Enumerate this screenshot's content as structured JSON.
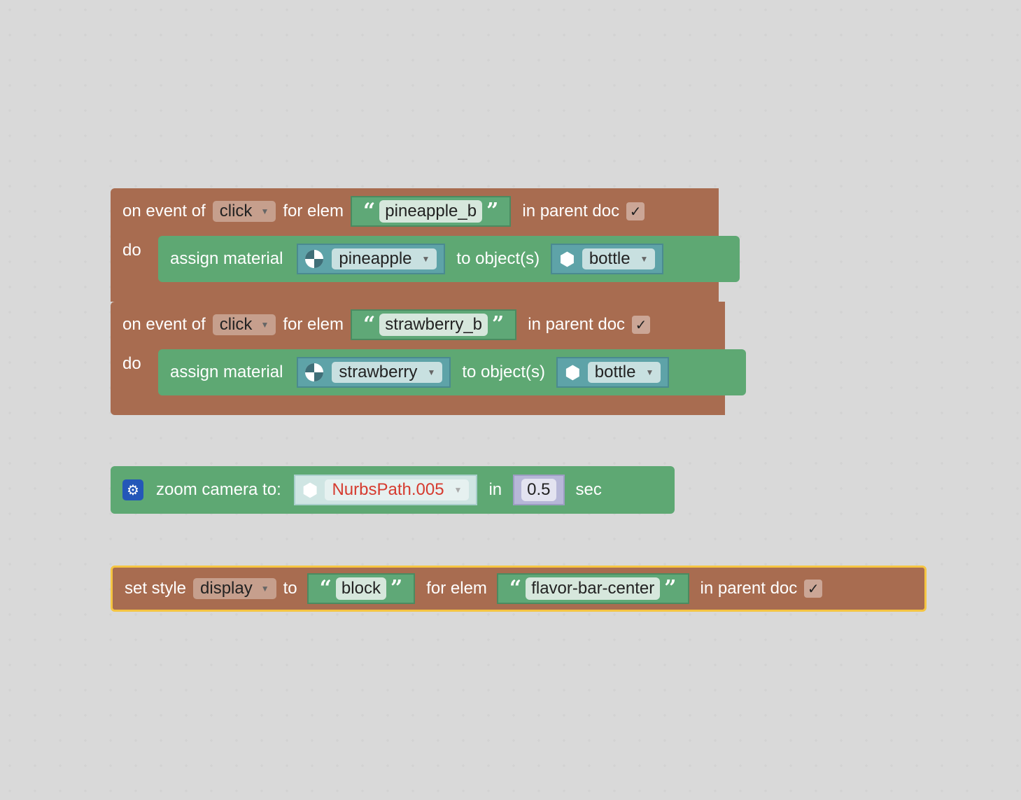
{
  "block1": {
    "on_event_of": "on event of",
    "event_type": "click",
    "for_elem": "for elem",
    "elem_id": "pineapple_b",
    "in_parent_doc": "in parent doc",
    "do": "do",
    "assign_material": "assign material",
    "material": "pineapple",
    "to_objects": "to object(s)",
    "object": "bottle"
  },
  "block2": {
    "on_event_of": "on event of",
    "event_type": "click",
    "for_elem": "for elem",
    "elem_id": "strawberry_b",
    "in_parent_doc": "in parent doc",
    "do": "do",
    "assign_material": "assign material",
    "material": "strawberry",
    "to_objects": "to object(s)",
    "object": "bottle"
  },
  "zoom": {
    "label": "zoom camera to:",
    "target": "NurbsPath.005",
    "in": "in",
    "duration": "0.5",
    "sec": "sec"
  },
  "style": {
    "set_style": "set style",
    "property": "display",
    "to": "to",
    "value": "block",
    "for_elem": "for elem",
    "elem_id": "flavor-bar-center",
    "in_parent_doc": "in parent doc"
  },
  "colors": {
    "event_block": "#a86c50",
    "action_block": "#5ea873",
    "object_socket": "#5ea3a8",
    "number_socket": "#b7b7d8",
    "selected_outline": "#f5c542",
    "gear": "#2457b8",
    "missing_target_text": "#d63b2f"
  },
  "icons": [
    "dropdown-arrow-icon",
    "quote-open-icon",
    "quote-close-icon",
    "checkmark-icon",
    "material-icon",
    "cube-icon",
    "gear-icon"
  ]
}
